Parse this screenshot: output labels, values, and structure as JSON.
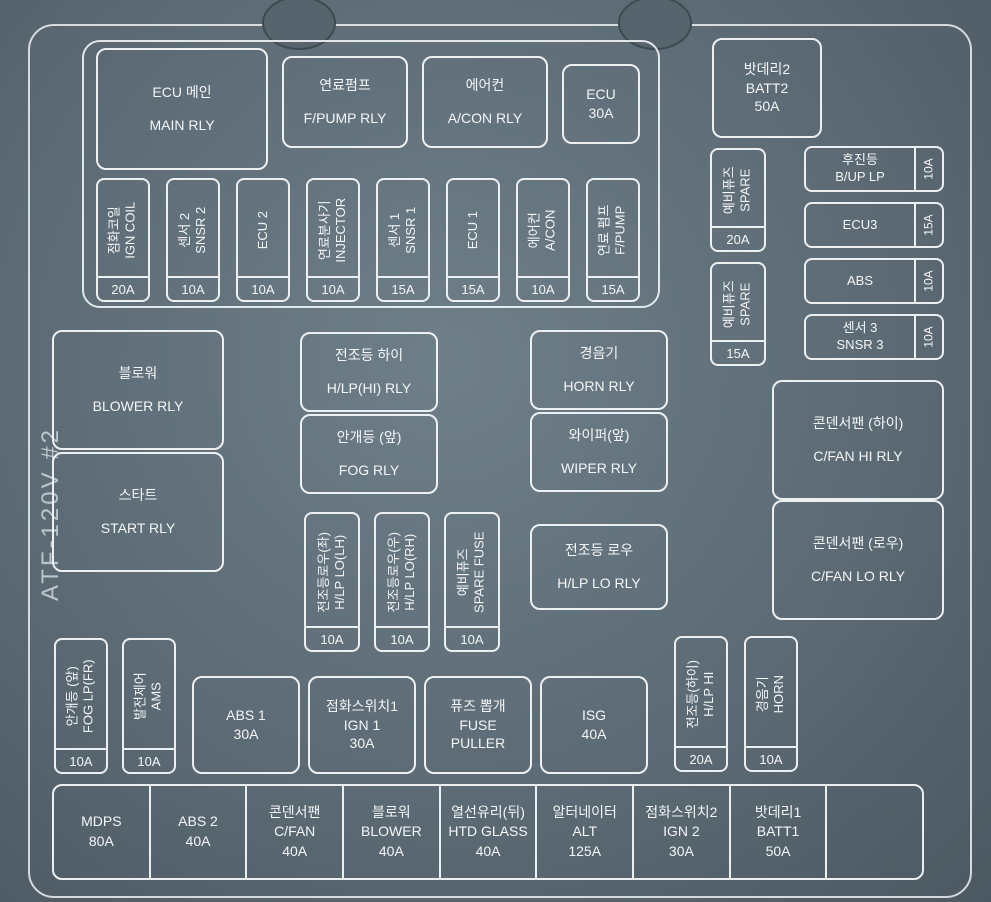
{
  "side_label": "ATF-120V #2",
  "relays": [
    {
      "ko": "ECU 메인",
      "en": "MAIN RLY"
    },
    {
      "ko": "연료펌프",
      "en": "F/PUMP RLY"
    },
    {
      "ko": "에어컨",
      "en": "A/CON RLY"
    },
    {
      "ko": "블로워",
      "en": "BLOWER RLY"
    },
    {
      "ko": "스타트",
      "en": "START RLY"
    },
    {
      "ko": "전조등 하이",
      "en": "H/LP(HI) RLY"
    },
    {
      "ko": "안개등 (앞)",
      "en": "FOG RLY"
    },
    {
      "ko": "경음기",
      "en": "HORN RLY"
    },
    {
      "ko": "와이퍼(앞)",
      "en": "WIPER RLY"
    },
    {
      "ko": "전조등 로우",
      "en": "H/LP LO RLY"
    },
    {
      "ko": "콘덴서팬 (하이)",
      "en": "C/FAN HI RLY"
    },
    {
      "ko": "콘덴서팬 (로우)",
      "en": "C/FAN LO RLY"
    }
  ],
  "blocks": [
    {
      "en": "ECU",
      "amp": "30A"
    },
    {
      "ko": "밧데리2",
      "en": "BATT2",
      "amp": "50A"
    },
    {
      "en": "ABS 1",
      "amp": "30A"
    },
    {
      "ko": "점화스위치1",
      "en": "IGN 1",
      "amp": "30A"
    },
    {
      "ko": "퓨즈 뽑개",
      "en": "FUSE",
      "en2": "PULLER"
    },
    {
      "en": "ISG",
      "amp": "40A"
    }
  ],
  "vfuses_top": [
    {
      "ko": "점화코일",
      "en": "IGN COIL",
      "amp": "20A"
    },
    {
      "ko": "센서 2",
      "en": "SNSR 2",
      "amp": "10A"
    },
    {
      "en": "ECU 2",
      "amp": "10A"
    },
    {
      "ko": "연료분사기",
      "en": "INJECTOR",
      "amp": "10A"
    },
    {
      "ko": "센서 1",
      "en": "SNSR 1",
      "amp": "15A"
    },
    {
      "en": "ECU 1",
      "amp": "15A"
    },
    {
      "ko": "에어컨",
      "en": "A/CON",
      "amp": "10A"
    },
    {
      "ko": "연료 펌프",
      "en": "F/PUMP",
      "amp": "15A"
    }
  ],
  "vfuses_spare": [
    {
      "ko": "예비퓨즈",
      "en": "SPARE",
      "amp": "20A"
    },
    {
      "ko": "예비퓨즈",
      "en": "SPARE",
      "amp": "15A"
    }
  ],
  "vfuses_mid": [
    {
      "ko": "전조등로우(좌)",
      "en": "H/LP LO(LH)",
      "amp": "10A"
    },
    {
      "ko": "전조등로우(우)",
      "en": "H/LP LO(RH)",
      "amp": "10A"
    },
    {
      "ko": "예비퓨즈",
      "en": "SPARE FUSE",
      "amp": "10A"
    }
  ],
  "vfuses_low": [
    {
      "ko": "안개등 (앞)",
      "en": "FOG LP(FR)",
      "amp": "10A"
    },
    {
      "ko": "발전제어",
      "en": "AMS",
      "amp": "10A"
    },
    {
      "ko": "전조등(하이)",
      "en": "H/LP HI",
      "amp": "20A"
    },
    {
      "ko": "경음기",
      "en": "HORN",
      "amp": "10A"
    }
  ],
  "hfuses": [
    {
      "ko": "후진등",
      "en": "B/UP LP",
      "amp": "10A"
    },
    {
      "en": "ECU3",
      "amp": "15A"
    },
    {
      "en": "ABS",
      "amp": "10A"
    },
    {
      "ko": "센서 3",
      "en": "SNSR 3",
      "amp": "10A"
    }
  ],
  "bottom": [
    {
      "l1": "",
      "l2": "MDPS",
      "l3": "80A"
    },
    {
      "l1": "",
      "l2": "ABS 2",
      "l3": "40A"
    },
    {
      "l1": "콘덴서팬",
      "l2": "C/FAN",
      "l3": "40A"
    },
    {
      "l1": "블로워",
      "l2": "BLOWER",
      "l3": "40A"
    },
    {
      "l1": "열선유리(뒤)",
      "l2": "HTD GLASS",
      "l3": "40A"
    },
    {
      "l1": "알터네이터",
      "l2": "ALT",
      "l3": "125A"
    },
    {
      "l1": "점화스위치2",
      "l2": "IGN 2",
      "l3": "30A"
    },
    {
      "l1": "밧데리1",
      "l2": "BATT1",
      "l3": "50A"
    },
    {
      "l1": "",
      "l2": "",
      "l3": ""
    }
  ]
}
